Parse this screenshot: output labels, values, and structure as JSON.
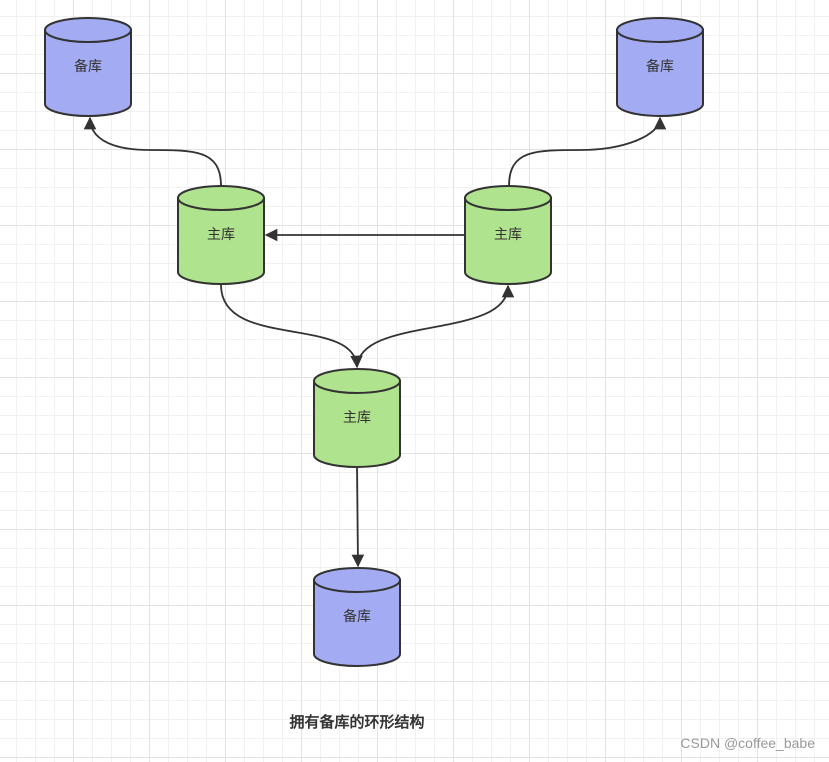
{
  "nodes": {
    "standby_top_left": {
      "label": "备库"
    },
    "standby_top_right": {
      "label": "备库"
    },
    "master_left": {
      "label": "主库"
    },
    "master_right": {
      "label": "主库"
    },
    "master_center": {
      "label": "主库"
    },
    "standby_bottom": {
      "label": "备库"
    }
  },
  "caption": "拥有备库的环形结构",
  "watermark": "CSDN @coffee_babe",
  "colors": {
    "master_fill": "#b0e38d",
    "standby_fill": "#a3acf3",
    "stroke": "#333333"
  }
}
